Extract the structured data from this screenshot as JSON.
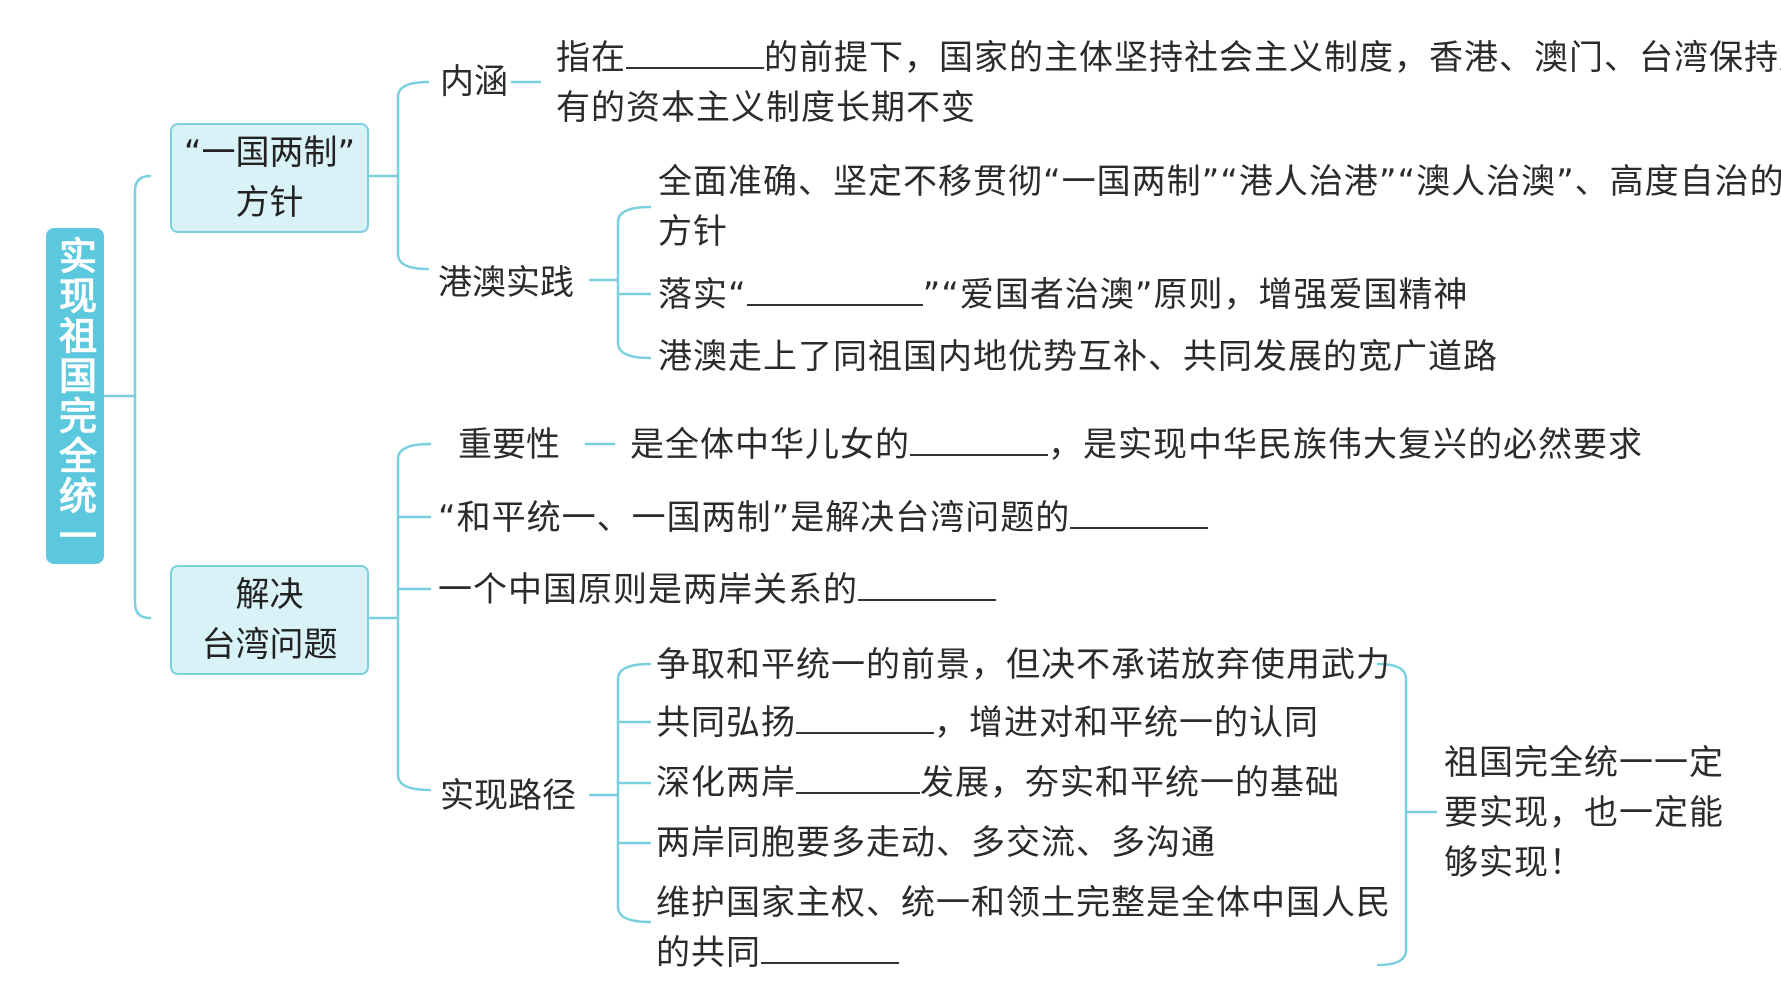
{
  "root": {
    "title": "实现祖国完全统一"
  },
  "branch1": {
    "line1": "“一国两制”",
    "line2": "方针",
    "neihan": {
      "label": "内涵",
      "a": "指在",
      "b": "的前提下，国家的主体坚持社会主义制度，香港、澳门、台湾保持原",
      "c": "有的资本主义制度长期不变"
    },
    "practice": {
      "label": "港澳实践",
      "item1a": "全面准确、坚定不移贯彻“一国两制”“港人治港”“澳人治澳”、高度自治的",
      "item1b": "方针",
      "item2a": "落实“",
      "item2b": "”“爱国者治澳”原则，增强爱国精神",
      "item3": "港澳走上了同祖国内地优势互补、共同发展的宽广道路"
    }
  },
  "branch2": {
    "line1": "解决",
    "line2": "台湾问题",
    "importance": {
      "label": "重要性",
      "a": "是全体中华儿女的",
      "b": "，是实现中华民族伟大复兴的必然要求"
    },
    "policy": "“和平统一、一国两制”是解决台湾问题的",
    "principle": "一个中国原则是两岸关系的",
    "path": {
      "label": "实现路径",
      "item1": "争取和平统一的前景，但决不承诺放弃使用武力",
      "item2a": "共同弘扬",
      "item2b": "，增进对和平统一的认同",
      "item3a": "深化两岸",
      "item3b": "发展，夯实和平统一的基础",
      "item4": "两岸同胞要多走动、多交流、多沟通",
      "item5a": "维护国家主权、统一和领土完整是全体中国人民",
      "item5b": "的共同"
    },
    "conclusion": {
      "line1": "祖国完全统一一定",
      "line2": "要实现，也一定能",
      "line3": "够实现！"
    }
  },
  "colors": {
    "accent": "#5cc8dd",
    "box_fill": "#d8f2f7",
    "line": "#7bd0e0"
  }
}
